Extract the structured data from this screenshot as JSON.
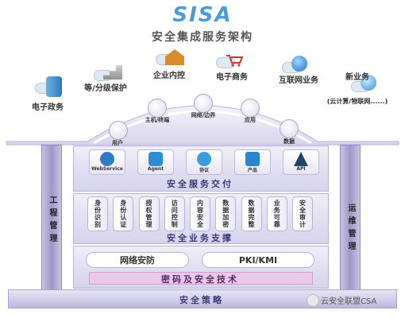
{
  "header": {
    "title": "SISA",
    "subtitle": "安全集成服务架构"
  },
  "top_items": [
    {
      "label": "电子政务",
      "icon": "building-icon"
    },
    {
      "label": "等/分级保护",
      "icon": "steps-icon"
    },
    {
      "label": "企业内控",
      "icon": "house-icon"
    },
    {
      "label": "电子商务",
      "icon": "cart-icon"
    },
    {
      "label": "互联网业务",
      "icon": "ie-globe-icon"
    },
    {
      "label": "新业务",
      "sub": "(云计算/物联网......)",
      "icon": "globe-icon"
    }
  ],
  "arc_nodes": [
    {
      "label": "用户",
      "icon": "users-icon"
    },
    {
      "label": "主机/终端",
      "icon": "computer-icon"
    },
    {
      "label": "网络/边界",
      "icon": "network-icon"
    },
    {
      "label": "应用",
      "icon": "gears-icon"
    },
    {
      "label": "数据",
      "icon": "database-icon"
    }
  ],
  "pillars": {
    "left": "工程管理",
    "right": "运维管理"
  },
  "service_tiles": [
    {
      "label": "WebService",
      "color": "#2f7bc8"
    },
    {
      "label": "Agent",
      "color": "#2c8fd6"
    },
    {
      "label": "协议",
      "color": "#3b9be0"
    },
    {
      "label": "产品",
      "color": "#2a86cf"
    },
    {
      "label": "API",
      "color": "#23416d"
    }
  ],
  "bands": {
    "service_delivery": "安全服务交付",
    "business_support": "安全业务支撑",
    "crypto": "密码及安全技术",
    "policy": "安全策略"
  },
  "support_items": [
    "身份识别",
    "身份认证",
    "授权管理",
    "访问控制",
    "内容安全",
    "数据加密",
    "数据完整",
    "业务可靠",
    "安全审计"
  ],
  "tech_items": [
    "网络安防",
    "PKI/KMI"
  ],
  "watermark": "云安全联盟CSA",
  "colors": {
    "accent": "#4a9bd8",
    "band": "#d6d3ec",
    "pillar": "#9e97c9"
  }
}
